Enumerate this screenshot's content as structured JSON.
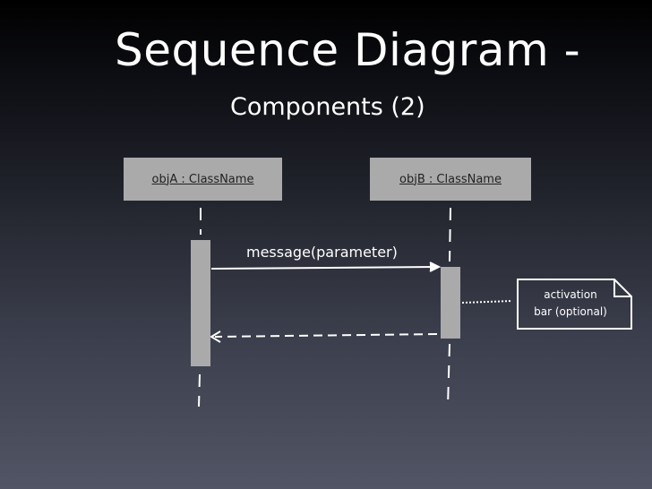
{
  "slide": {
    "title": "Sequence Diagram -",
    "subtitle": "Components (2)"
  },
  "diagram": {
    "lifelines": [
      {
        "label": "objA : ClassName"
      },
      {
        "label": "objB : ClassName"
      }
    ],
    "message": {
      "label": "message(parameter)"
    },
    "note": {
      "line1": "activation",
      "line2": "bar (optional)"
    }
  },
  "colors": {
    "lifeline_box": "#aaaaaa",
    "text": "#ffffff"
  }
}
